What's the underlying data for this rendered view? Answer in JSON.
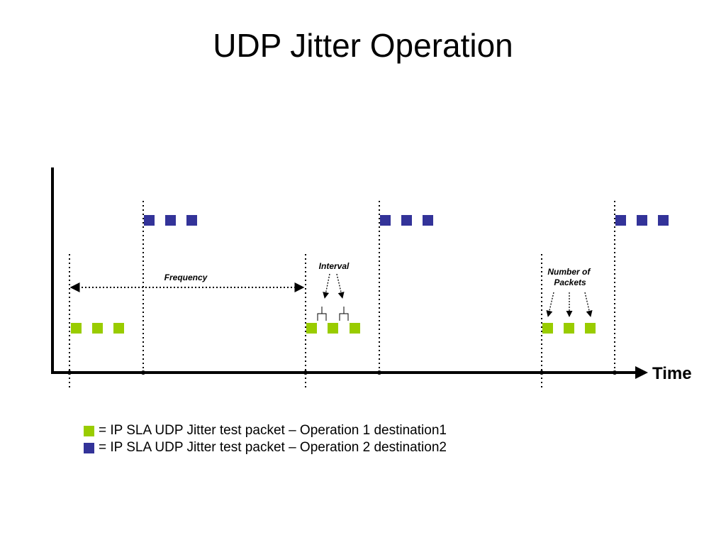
{
  "title": "UDP Jitter Operation",
  "diagram": {
    "axis_label": "Time",
    "frequency_label": "Frequency",
    "interval_label": "Interval",
    "number_of_packets_label": [
      "Number of",
      "Packets"
    ]
  },
  "colors": {
    "operation1_packet": "#99CC00",
    "operation2_packet": "#333399",
    "line": "#000000"
  },
  "legend": [
    {
      "marker": "green-packet",
      "text": "= IP SLA UDP Jitter test packet – Operation 1 destination1"
    },
    {
      "marker": "blue-packet",
      "text": "= IP SLA UDP Jitter test packet – Operation 2 destination2"
    }
  ]
}
